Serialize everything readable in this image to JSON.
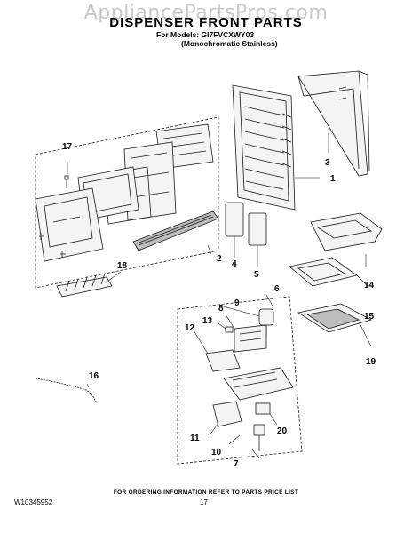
{
  "watermark": "AppliancePartsPros.com",
  "title": "DISPENSER FRONT PARTS",
  "models": {
    "line1": "For Models: GI7FVCXWY03",
    "line2": "(Monochromatic Stainless)"
  },
  "footer_note": "FOR ORDERING INFORMATION REFER TO PARTS PRICE LIST",
  "doc_id": "W10345952",
  "page_number": "17",
  "callouts": {
    "c1": "1",
    "c2": "2",
    "c3": "3",
    "c4": "4",
    "c5": "5",
    "c6": "6",
    "c7": "7",
    "c8": "8",
    "c9": "9",
    "c10": "10",
    "c11": "11",
    "c12": "12",
    "c13": "13",
    "c14": "14",
    "c15": "15",
    "c16": "16",
    "c17": "17",
    "c18": "18",
    "c19": "19",
    "c20": "20"
  },
  "colors": {
    "line": "#1a1a1a",
    "fill": "#f4f4f4",
    "shade": "#bdbdbd",
    "watermark": "#c9c9c9"
  }
}
